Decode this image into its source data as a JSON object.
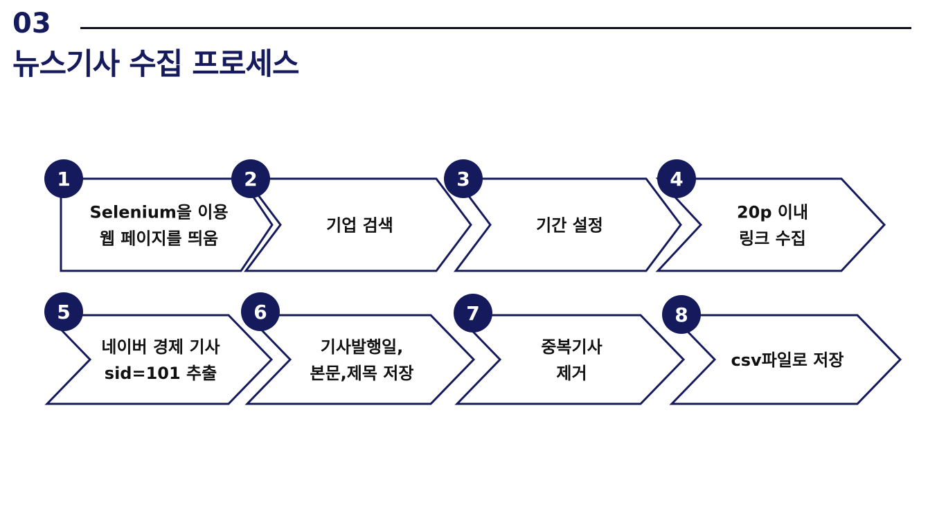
{
  "header": {
    "section_number": "03",
    "title": "뉴스기사 수집 프로세스"
  },
  "colors": {
    "primary": "#141a5c",
    "rule": "#0b0d1c",
    "text": "#111111"
  },
  "steps": [
    {
      "number": "1",
      "lines": [
        "Selenium을 이용",
        "웹 페이지를 띄움"
      ]
    },
    {
      "number": "2",
      "lines": [
        "기업 검색"
      ]
    },
    {
      "number": "3",
      "lines": [
        "기간 설정"
      ]
    },
    {
      "number": "4",
      "lines": [
        "20p 이내",
        "링크 수집"
      ]
    },
    {
      "number": "5",
      "lines": [
        "네이버 경제 기사",
        "sid=101 추출"
      ]
    },
    {
      "number": "6",
      "lines": [
        "기사발행일,",
        "본문,제목 저장"
      ]
    },
    {
      "number": "7",
      "lines": [
        "중복기사",
        "제거"
      ]
    },
    {
      "number": "8",
      "lines": [
        "csv파일로 저장"
      ]
    }
  ]
}
